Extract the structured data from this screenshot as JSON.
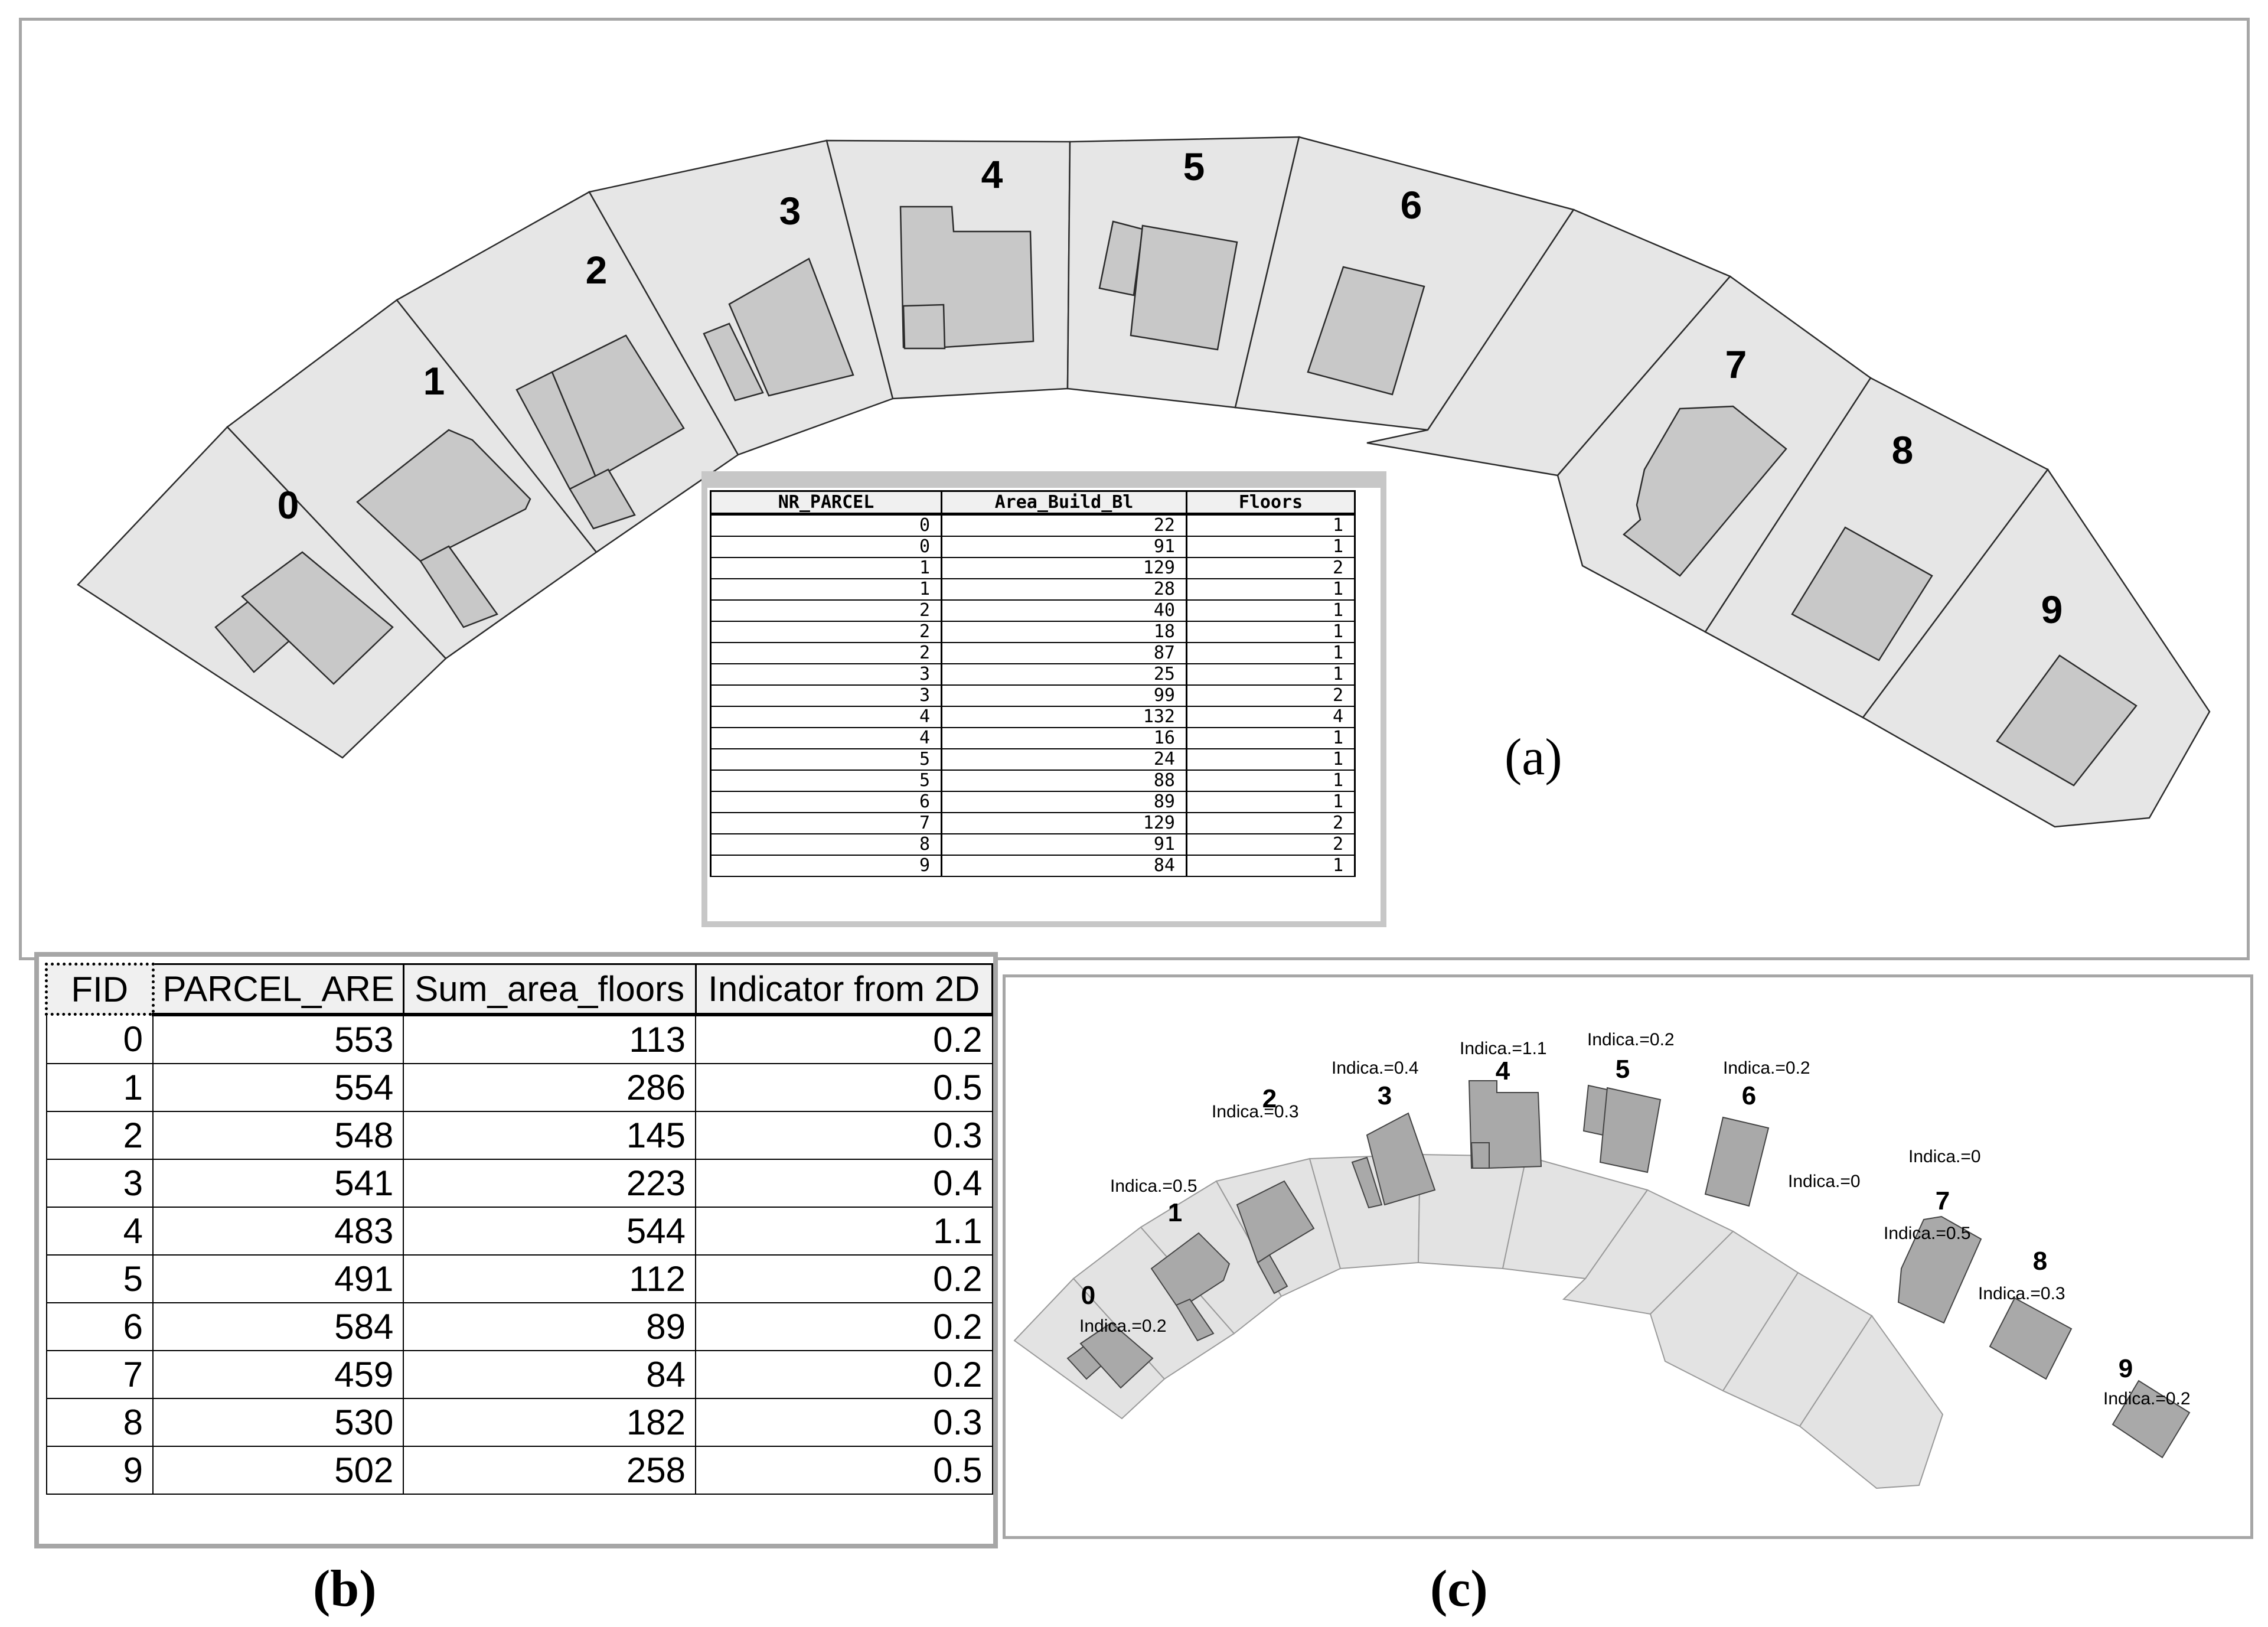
{
  "panel_a": {
    "caption": "(a)",
    "parcel_labels": [
      "0",
      "1",
      "2",
      "3",
      "4",
      "5",
      "6",
      "7",
      "8",
      "9"
    ],
    "table": {
      "headers": [
        "NR_PARCEL",
        "Area_Build_Bl",
        "Floors"
      ],
      "rows": [
        [
          "0",
          "22",
          "1"
        ],
        [
          "0",
          "91",
          "1"
        ],
        [
          "1",
          "129",
          "2"
        ],
        [
          "1",
          "28",
          "1"
        ],
        [
          "2",
          "40",
          "1"
        ],
        [
          "2",
          "18",
          "1"
        ],
        [
          "2",
          "87",
          "1"
        ],
        [
          "3",
          "25",
          "1"
        ],
        [
          "3",
          "99",
          "2"
        ],
        [
          "4",
          "132",
          "4"
        ],
        [
          "4",
          "16",
          "1"
        ],
        [
          "5",
          "24",
          "1"
        ],
        [
          "5",
          "88",
          "1"
        ],
        [
          "6",
          "89",
          "1"
        ],
        [
          "7",
          "129",
          "2"
        ],
        [
          "8",
          "91",
          "2"
        ],
        [
          "9",
          "84",
          "1"
        ]
      ]
    }
  },
  "panel_b": {
    "caption": "(b)",
    "table": {
      "headers": [
        "FID",
        "PARCEL_ARE",
        "Sum_area_floors",
        "Indicator from 2D"
      ],
      "rows": [
        [
          "0",
          "553",
          "113",
          "0.2"
        ],
        [
          "1",
          "554",
          "286",
          "0.5"
        ],
        [
          "2",
          "548",
          "145",
          "0.3"
        ],
        [
          "3",
          "541",
          "223",
          "0.4"
        ],
        [
          "4",
          "483",
          "544",
          "1.1"
        ],
        [
          "5",
          "491",
          "112",
          "0.2"
        ],
        [
          "6",
          "584",
          "89",
          "0.2"
        ],
        [
          "7",
          "459",
          "84",
          "0.2"
        ],
        [
          "8",
          "530",
          "182",
          "0.3"
        ],
        [
          "9",
          "502",
          "258",
          "0.5"
        ]
      ]
    }
  },
  "panel_c": {
    "caption": "(c)",
    "parcel_labels": [
      "0",
      "1",
      "2",
      "3",
      "4",
      "5",
      "6",
      "7",
      "8",
      "9"
    ],
    "indicator_labels": [
      "Indica.=0.2",
      "Indica.=0.5",
      "Indica.=0.3",
      "Indica.=0.4",
      "Indica.=1.1",
      "Indica.=0.2",
      "Indica.=0.2",
      "Indica.=0",
      "Indica.=0",
      "Indica.=0.5",
      "Indica.=0.3",
      "Indica.=0.2"
    ]
  },
  "colors": {
    "parcel_fill": "#e6e6e6",
    "building_fill": "#c8c8c8",
    "frame": "#a6a6a6"
  }
}
